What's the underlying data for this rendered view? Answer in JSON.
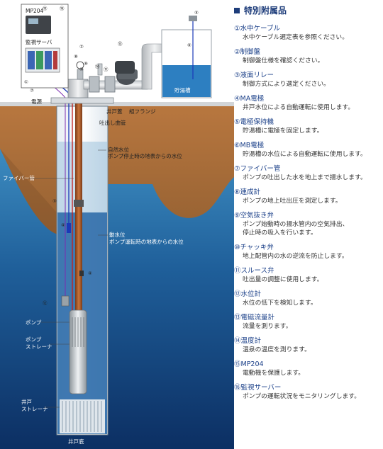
{
  "diagram": {
    "labels": {
      "mp204": "MP204",
      "monitor_server": "監視サーバ",
      "power": "電源",
      "well_cover": "井戸蓋",
      "flange": "組フランジ",
      "discharge_bend": "吐出し曲管",
      "natural_level": "自然水位",
      "natural_level_sub": "ポンプ停止時の地表からの水位",
      "fiber_pipe": "ファイバー管",
      "dynamic_level": "動水位",
      "dynamic_level_sub": "ポンプ運転時の地表からの水位",
      "pump": "ポンプ",
      "pump_strainer_1": "ポンプ",
      "pump_strainer_2": "ストレーナ",
      "well_strainer_1": "井戸",
      "well_strainer_2": "ストレーナ",
      "well_bottom": "井戸底",
      "hot_water_tank": "貯湯槽"
    },
    "markers": {
      "m1": "①",
      "m2": "②",
      "m3": "③",
      "m4": "④",
      "m5": "⑤",
      "m6": "⑥",
      "m7": "⑦",
      "m8": "⑧",
      "m9": "⑨",
      "m10": "⑩",
      "m11": "⑪",
      "m12": "⑫",
      "m13": "⑬",
      "m14": "⑭",
      "m15": "⑮",
      "m16": "⑯"
    }
  },
  "legend": {
    "title": "特別附属品",
    "items": [
      {
        "name": "①水中ケーブル",
        "desc": "水中ケーブル選定表を参照ください。"
      },
      {
        "name": "②制御盤",
        "desc": "制御盤仕様を確認ください。"
      },
      {
        "name": "③液面リレー",
        "desc": "制御方式により選定ください。"
      },
      {
        "name": "④MA電極",
        "desc": "井戸水位による自動運転に使用します。"
      },
      {
        "name": "⑤電極保持機",
        "desc": "貯湯槽に電極を固定します。"
      },
      {
        "name": "⑥MB電極",
        "desc": "貯湯槽の水位による自動運転に使用します。"
      },
      {
        "name": "⑦ファイバー管",
        "desc": "ポンプの吐出した水を地上まで揚水します。"
      },
      {
        "name": "⑧連成計",
        "desc": "ポンプの地上吐出圧を測定します。"
      },
      {
        "name": "⑨空気抜き弁",
        "desc": "ポンプ始動時の揚水管内の空気排出、\n停止時の吸入を行います。"
      },
      {
        "name": "⑩チャッキ弁",
        "desc": "地上配管内の水の逆流を防止します。"
      },
      {
        "name": "⑪スルース弁",
        "desc": "吐出量の調整に使用します。"
      },
      {
        "name": "⑫水位計",
        "desc": "水位の低下を検知します。"
      },
      {
        "name": "⑬電磁流量計",
        "desc": "流量を測ります。"
      },
      {
        "name": "⑭温度計",
        "desc": "温泉の温度を測ります。"
      },
      {
        "name": "⑮MP204",
        "desc": "電動機を保護します。"
      },
      {
        "name": "⑯監視サーバー",
        "desc": "ポンプの運転状況をモニタリングします。"
      }
    ]
  }
}
